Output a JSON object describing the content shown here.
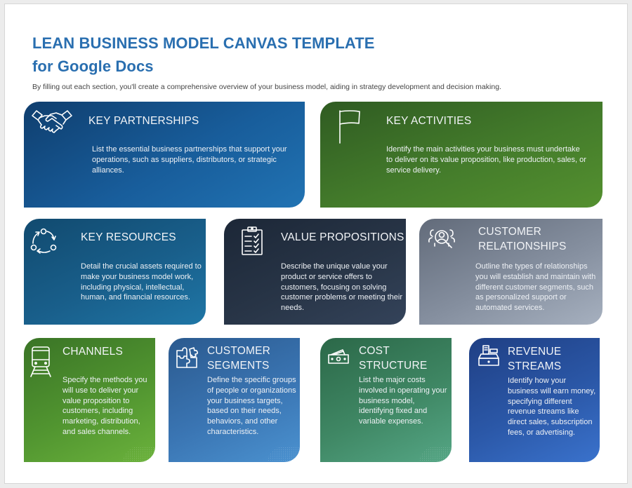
{
  "document": {
    "title_line1": "LEAN BUSINESS MODEL CANVAS TEMPLATE",
    "title_line2": "for Google Docs",
    "intro": "By filling out each section, you'll create a comprehensive overview of your business model, aiding in strategy development and decision making."
  },
  "colors": {
    "title": "#2a6fb0",
    "key_partnerships": "#185d9b",
    "key_activities": "#447c2b",
    "key_resources": "#195f8b",
    "value_propositions": "#283547",
    "customer_relationships": "#858f9f",
    "channels": "#519530",
    "customer_segments": "#3a75b3",
    "cost_structure": "#3f8764",
    "revenue_streams": "#2b58a8"
  },
  "sections": {
    "key_partnerships": {
      "icon": "handshake-icon",
      "heading": "KEY PARTNERSHIPS",
      "description": "List the essential business partnerships that support your operations, such as suppliers, distributors, or strategic alliances."
    },
    "key_activities": {
      "icon": "flag-icon",
      "heading": "KEY ACTIVITIES",
      "description": "Identify the main activities your business must undertake to deliver on its value proposition, like production, sales, or service delivery."
    },
    "key_resources": {
      "icon": "cycle-icon",
      "heading": "KEY RESOURCES",
      "description": "Detail the crucial assets required to make your business model work, including physical, intellectual, human, and financial resources."
    },
    "value_propositions": {
      "icon": "clipboard-checklist-icon",
      "heading": "VALUE PROPOSITIONS",
      "description": "Describe the unique value your product or service offers to customers, focusing on solving customer problems or meeting their needs."
    },
    "customer_relationships": {
      "icon": "people-search-icon",
      "heading_line1": "CUSTOMER",
      "heading_line2": "RELATIONSHIPS",
      "description": "Outline the types of relationships you will establish and maintain with different customer segments, such as personalized support or automated services."
    },
    "channels": {
      "icon": "train-icon",
      "heading": "CHANNELS",
      "description": "Specify the methods you will use to deliver your value proposition to customers, including marketing, distribution, and sales channels."
    },
    "customer_segments": {
      "icon": "puzzle-icon",
      "heading_line1": "CUSTOMER",
      "heading_line2": "SEGMENTS",
      "description": "Define the specific groups of people or organizations your business targets, based on their needs, behaviors, and other characteristics."
    },
    "cost_structure": {
      "icon": "cash-icon",
      "heading_line1": "COST",
      "heading_line2": "STRUCTURE",
      "description": "List the major costs involved in operating your business model, identifying fixed and variable expenses."
    },
    "revenue_streams": {
      "icon": "cash-register-icon",
      "heading_line1": "REVENUE",
      "heading_line2": "STREAMS",
      "description": "Identify how your business will earn money, specifying different revenue streams like direct sales, subscription fees, or advertising."
    }
  }
}
